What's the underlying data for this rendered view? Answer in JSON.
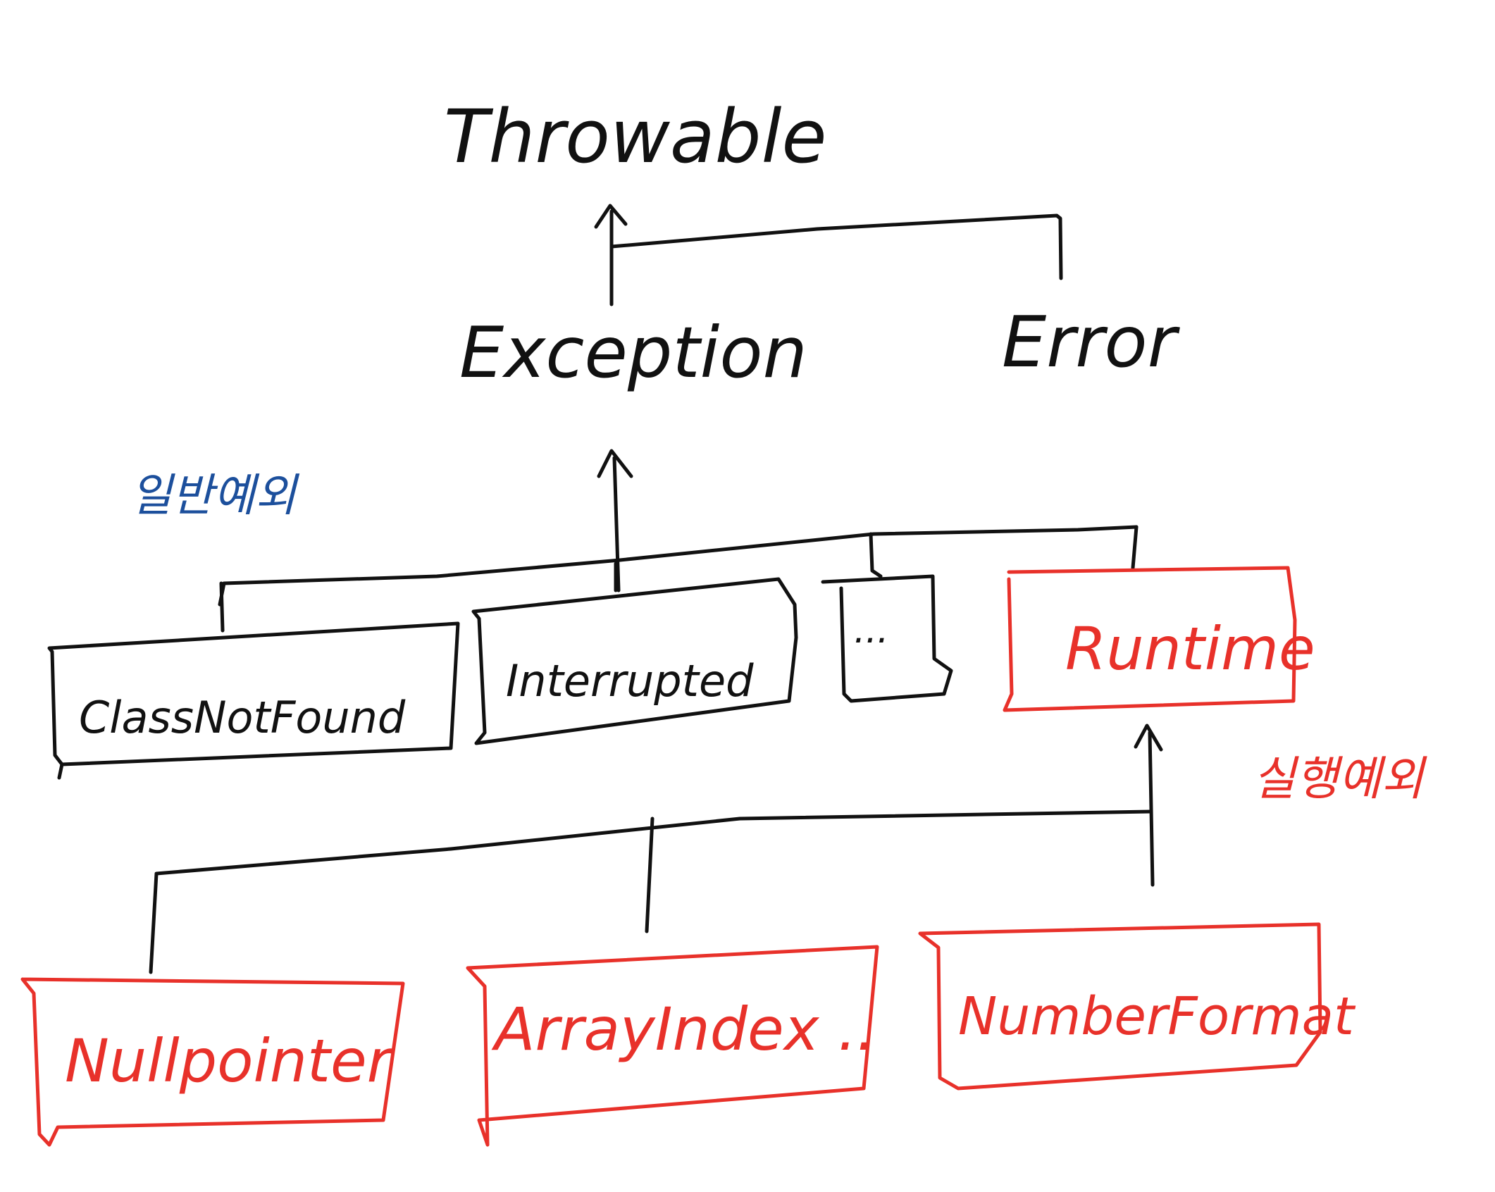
{
  "diagram": {
    "colors": {
      "ink": "#111111",
      "runtime_ink": "#e8312a",
      "annotation_blue": "#1c4f9c"
    },
    "nodes": {
      "throwable": "Throwable",
      "exception": "Exception",
      "error": "Error",
      "class_not_found": "ClassNotFound",
      "interrupted": "Interrupted",
      "ellipsis": "...",
      "runtime": "Runtime",
      "null_pointer": "Nullpointer",
      "array_index": "ArrayIndex ..",
      "number_format": "NumberFormat"
    },
    "annotations": {
      "general_exception": "일반예외",
      "runtime_exception": "실행예외"
    },
    "edges": [
      {
        "from": "exception",
        "to": "throwable"
      },
      {
        "from": "error",
        "to": "throwable"
      },
      {
        "from": "class_not_found",
        "to": "exception"
      },
      {
        "from": "interrupted",
        "to": "exception"
      },
      {
        "from": "ellipsis",
        "to": "exception"
      },
      {
        "from": "runtime",
        "to": "exception"
      },
      {
        "from": "null_pointer",
        "to": "runtime"
      },
      {
        "from": "array_index",
        "to": "runtime"
      },
      {
        "from": "number_format",
        "to": "runtime"
      }
    ]
  }
}
